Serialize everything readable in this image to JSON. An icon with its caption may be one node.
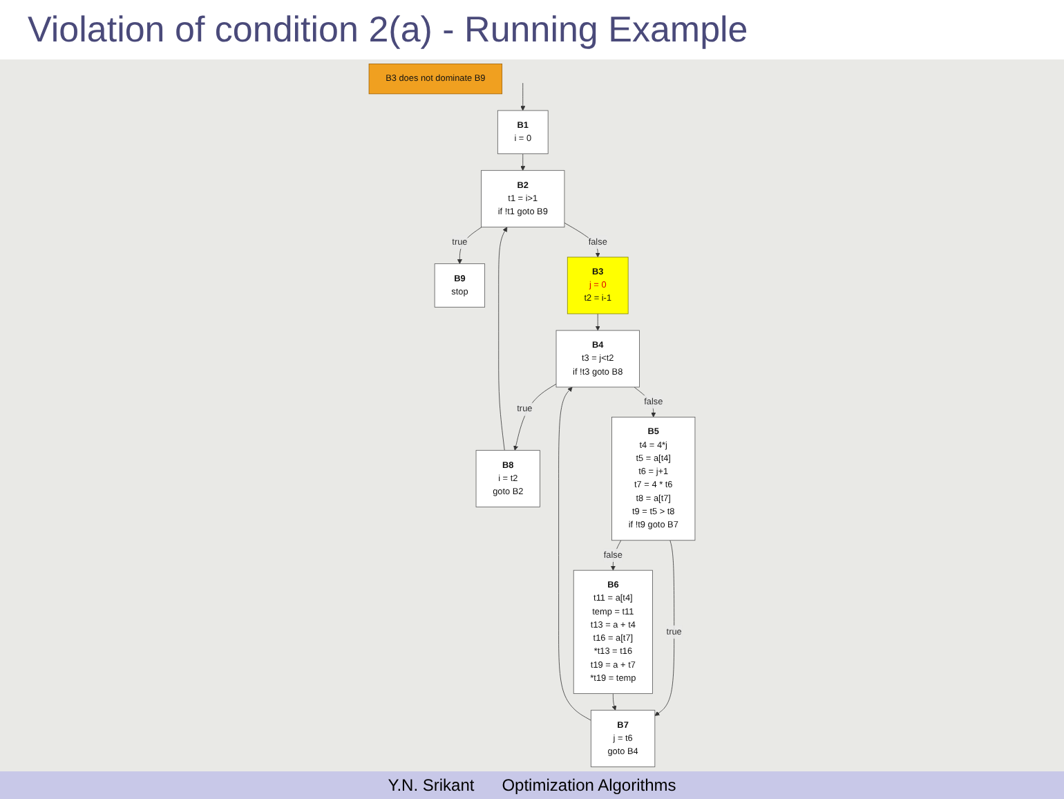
{
  "diagram": {
    "title": "Violation of condition 2(a) - Running Example",
    "nodes": [
      {
        "text": [
          "B1",
          "i = 0"
        ]
      },
      {
        "text": [
          "B3 does not dominate B9"
        ]
      },
      {
        "text": [
          "B2",
          "t1 = i>1",
          "if !t1 goto B9"
        ]
      },
      {
        "text": [
          "B9",
          "stop"
        ]
      },
      {
        "text": [
          "B3",
          "j = 0",
          "t2 = i-1"
        ]
      },
      {
        "text": [
          "B4",
          "t3 = j<t2",
          "if !t3 goto B8"
        ]
      },
      {
        "text": [
          "B8",
          "i = t2",
          "goto B2"
        ]
      },
      {
        "text": [
          "B5",
          "t4 = 4*j",
          "t5 = a[t4]",
          "t6 = j+1",
          "t7 = 4 * t6",
          "t8 = a[t7]",
          "t9 = t5 > t8",
          "if !t9 goto B7"
        ]
      },
      {
        "text": [
          "B6",
          "t11 = a[t4]",
          "temp = t11",
          "t13 = a + t4",
          "t16 = a[t7]",
          "*t13 = t16",
          "t19 = a + t7",
          "*t19 = temp"
        ]
      },
      {
        "text": [
          "B7",
          "j = t6",
          "goto B4"
        ]
      }
    ],
    "edges": [
      {
        "from": null,
        "to": 0,
        "arrow": "to"
      },
      {
        "from": 0,
        "to": 2,
        "arrow": "to"
      },
      {
        "from": 2,
        "to": 3,
        "arrow": "to",
        "label": "true"
      },
      {
        "from": 2,
        "to": 4,
        "arrow": "to",
        "label": "false"
      },
      {
        "from": 4,
        "to": 5,
        "arrow": "to"
      },
      {
        "from": 5,
        "to": 6,
        "arrow": "to",
        "label": "true"
      },
      {
        "from": 5,
        "to": 7,
        "arrow": "to",
        "label": "false"
      },
      {
        "from": 6,
        "to": 2,
        "arrow": "to"
      },
      {
        "from": 7,
        "to": 9,
        "arrow": "to",
        "label": "true"
      },
      {
        "from": 7,
        "to": 8,
        "arrow": "to",
        "label": "false"
      },
      {
        "from": 8,
        "to": 9,
        "arrow": "to"
      },
      {
        "from": 9,
        "to": 5,
        "arrow": "to"
      }
    ],
    "labels": [
      "Y.N. Srikant",
      "Optimization Algorithms"
    ]
  }
}
